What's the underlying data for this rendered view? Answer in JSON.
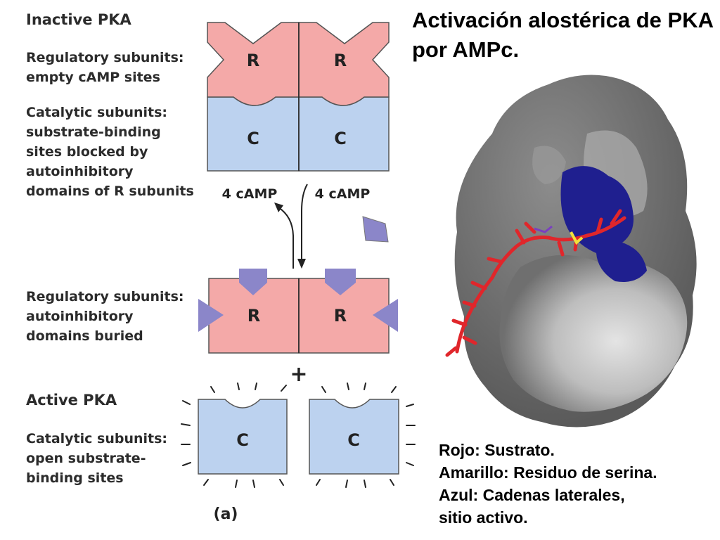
{
  "title": "Activación alostérica de PKA por AMPc.",
  "labels": {
    "inactive_header": "Inactive PKA",
    "reg_empty": "Regulatory subunits:\nempty cAMP sites",
    "cat_blocked": "Catalytic subunits:\nsubstrate-binding\nsites blocked by\nautoinhibitory\ndomains of R subunits",
    "reg_buried": "Regulatory subunits:\nautoinhibitory\ndomains buried",
    "active_header": "Active PKA",
    "cat_open": "Catalytic subunits:\nopen substrate-\nbinding sites"
  },
  "diagram": {
    "r_label": "R",
    "c_label": "C",
    "camp_left": "4 cAMP",
    "camp_right": "4 cAMP",
    "plus": "+",
    "panel": "(a)"
  },
  "legend": [
    "Rojo: Sustrato.",
    "Amarillo: Residuo de serina.",
    "Azul: Cadenas laterales,",
    "sitio activo."
  ],
  "colors": {
    "regulatory": "#f4a9a8",
    "catalytic": "#bcd2ef",
    "camp": "#8b86c9",
    "surface_dark": "#7c7c7c",
    "surface_light": "#d9d9d9",
    "substrate": "#e0262b",
    "serine": "#f2e23a",
    "active_site": "#1f1f8f"
  }
}
